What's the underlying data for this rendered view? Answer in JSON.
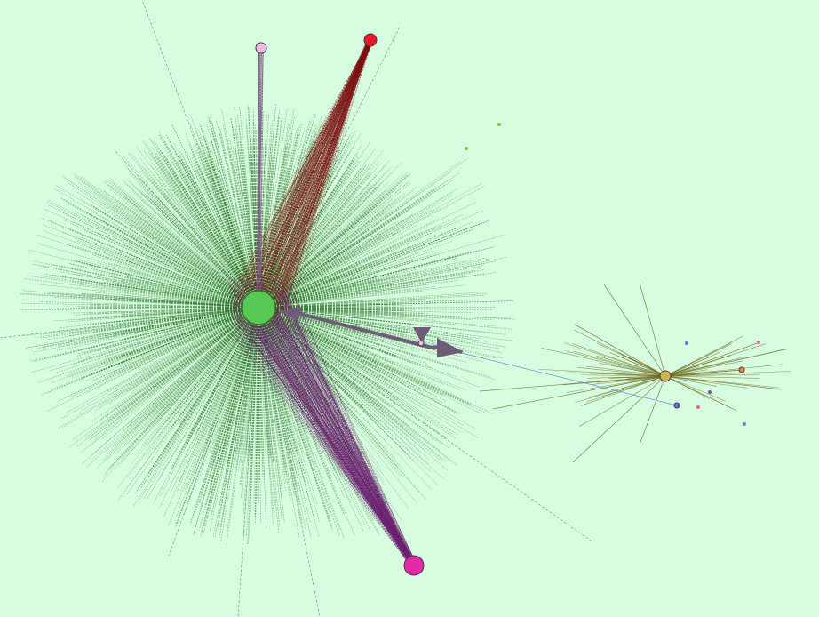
{
  "colors": {
    "background": "#d6fde0",
    "hub_fill": "#59c956",
    "hub_edges": "#236b1c",
    "red_node": "#e5192b",
    "red_edges": "#7a1010",
    "pink_node": "#e8bfe0",
    "pink_edges": "#7a5a80",
    "magenta_node": "#e02aa6",
    "magenta_edges": "#6a1f6e",
    "olive_node": "#c9b651",
    "olive_edges": "#6f6a1e",
    "blue_node": "#5a78d6",
    "orange_node": "#e78c1f",
    "arrow": "#6e5c78"
  },
  "nodes": [
    {
      "id": "hub",
      "kind": "central-hub",
      "color": "hub_fill"
    },
    {
      "id": "red",
      "kind": "peripheral",
      "color": "red_node"
    },
    {
      "id": "pink",
      "kind": "peripheral",
      "color": "pink_node"
    },
    {
      "id": "magenta",
      "kind": "peripheral",
      "color": "magenta_node"
    },
    {
      "id": "olive",
      "kind": "secondary-hub",
      "color": "olive_node"
    },
    {
      "id": "blue",
      "kind": "peripheral",
      "color": "blue_node"
    },
    {
      "id": "orange",
      "kind": "peripheral",
      "color": "orange_node"
    },
    {
      "id": "bridge",
      "kind": "bridge",
      "color": "pink_node"
    }
  ],
  "edges": [
    {
      "from": "hub",
      "to": "red",
      "color": "red_edges",
      "style": "fan"
    },
    {
      "from": "hub",
      "to": "pink",
      "color": "pink_edges",
      "style": "fan"
    },
    {
      "from": "hub",
      "to": "magenta",
      "color": "magenta_edges",
      "style": "fan"
    },
    {
      "from": "bridge",
      "to": "hub",
      "color": "arrow",
      "style": "arrow"
    },
    {
      "from": "bridge",
      "to": "olive",
      "color": "arrow",
      "style": "arrow"
    },
    {
      "from": "olive",
      "to": "blue",
      "color": "olive_edges",
      "style": "line"
    },
    {
      "from": "olive",
      "to": "orange",
      "color": "olive_edges",
      "style": "line"
    }
  ]
}
